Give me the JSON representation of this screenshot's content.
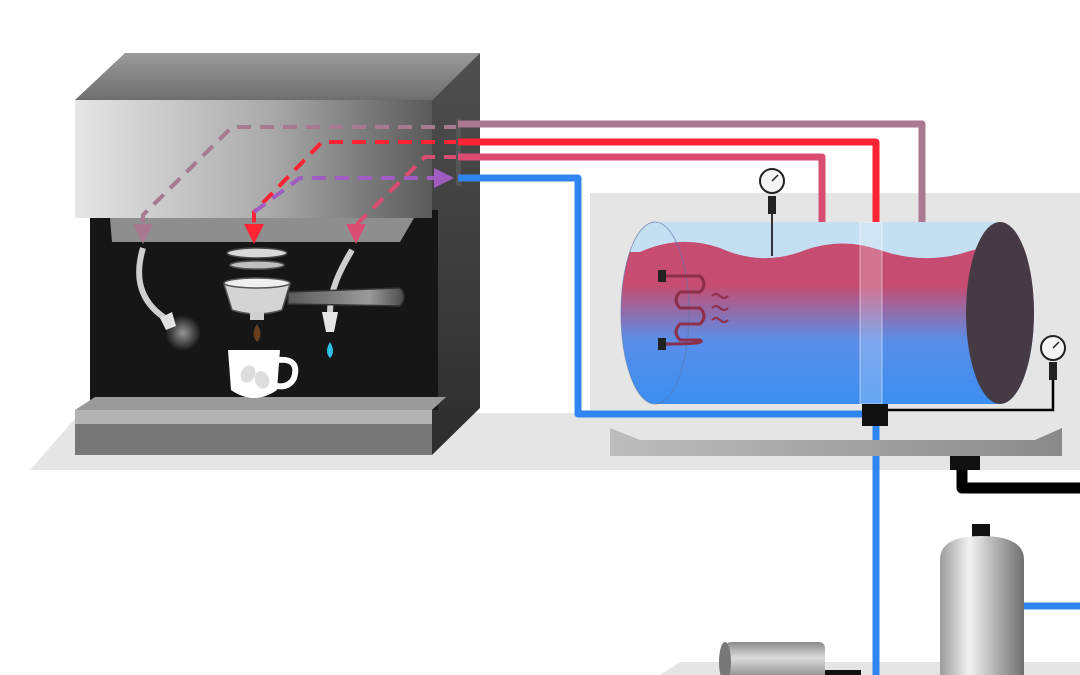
{
  "diagram": {
    "kind": "espresso-machine-boiler-schematic",
    "labels": [],
    "colors": {
      "background": "#ffffff",
      "platform": "#e5e5e5",
      "cold_water": "#2f86f0",
      "hot_water": "#d94d72",
      "steam_line": "#ff2433",
      "mixed_line": "#a8798f",
      "drain": "#000000",
      "machine_body_light": "#dadada",
      "machine_body_dark": "#4a4a4a",
      "machine_interior": "#161616"
    },
    "components": {
      "machine": [
        "group-head",
        "portafilter",
        "steam-wand",
        "hot-water-spout",
        "cup",
        "drip-tray"
      ],
      "boiler": [
        "heating-element",
        "pressure-gauge-top",
        "pressure-gauge-side",
        "water-level"
      ],
      "outside": [
        "pump-motor",
        "pressure-tank",
        "drain-pipe"
      ]
    }
  }
}
